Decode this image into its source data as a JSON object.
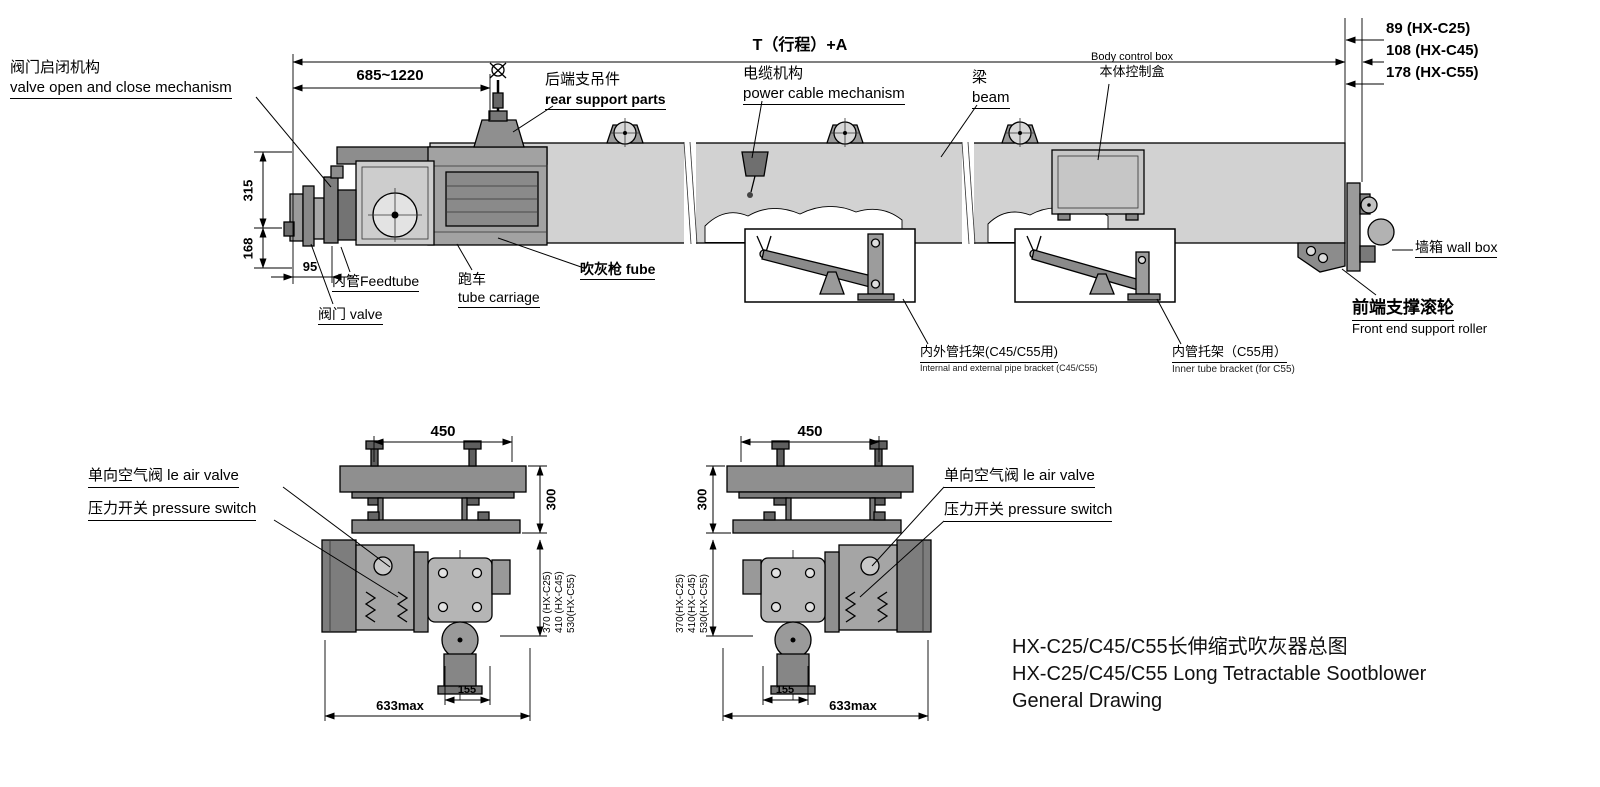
{
  "drawing": {
    "title_zh": "HX-C25/C45/C55长伸缩式吹灰器总图",
    "title_en1": "HX-C25/C45/C55 Long Tetractable Sootblower",
    "title_en2": "General Drawing"
  },
  "top_dims": {
    "travel": "T（行程）+A",
    "offsets": [
      "89 (HX-C25)",
      "108 (HX-C45)",
      "178 (HX-C55)"
    ],
    "rear_span": "685~1220"
  },
  "labels": {
    "valve_mech_zh": "阀门启闭机构",
    "valve_mech_en": "valve open and close mechanism",
    "rear_support_zh": "后端支吊件",
    "rear_support_en": "rear support parts",
    "power_cable_zh": "电缆机构",
    "power_cable_en": "power cable mechanism",
    "beam_zh": "梁",
    "beam_en": "beam",
    "control_box_en": "Body control box",
    "control_box_zh": "本体控制盒",
    "wall_box": "墙箱 wall box",
    "front_roller_zh": "前端支撑滚轮",
    "front_roller_en": "Front end support roller",
    "feed_tube": "内管Feedtube",
    "carriage_zh": "跑车",
    "carriage_en": "tube carriage",
    "soot_gun": "吹灰枪 fube",
    "valve": "阀门 valve",
    "bracket_outer_zh": "内外管托架(C45/C55用)",
    "bracket_outer_en": "Internal and external pipe bracket (C45/C55)",
    "bracket_inner_zh": "内管托架（C55用）",
    "bracket_inner_en": "Inner tube bracket (for C55)"
  },
  "side_dims": {
    "h1": "315",
    "h2": "168",
    "w1": "95"
  },
  "sections": {
    "air_valve": "单向空气阀 le air valve",
    "pressure_switch": "压力开关 pressure switch",
    "width_top": "450",
    "height_top": "300",
    "heights_left": [
      "370 (HX-C25)",
      "410 (HX-C45)",
      "530(HX-C55)"
    ],
    "heights_right": [
      "370(HX-C25)",
      "410(HX-C45)",
      "530(HX-C55)"
    ],
    "width_bottom": "633max",
    "offset_bottom": "155"
  },
  "colors": {
    "ink": "#000000",
    "beam_fill": "#d2d2d2",
    "part_fill": "#9a9a9a",
    "bg": "#ffffff"
  }
}
